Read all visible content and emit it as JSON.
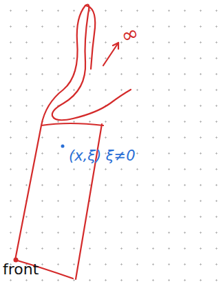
{
  "diagram": {
    "nodes": [
      {
        "text": [
          "(x,ξ) ξ≠0"
        ]
      }
    ],
    "labels": [
      "∞",
      "front"
    ]
  }
}
